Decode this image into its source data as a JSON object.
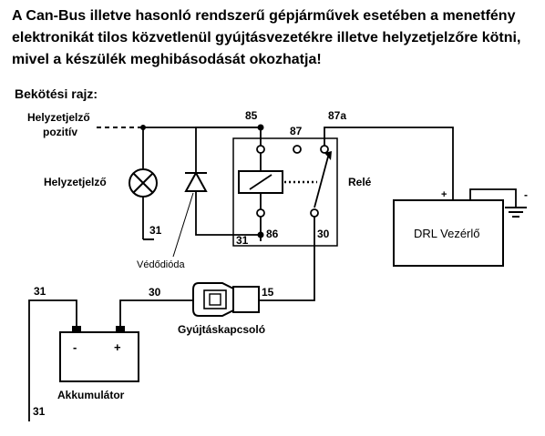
{
  "header": {
    "warning": "A Can-Bus illetve hasonló rendszerű gépjárművek esetében a menetfény elektronikát tilos közvetlenül gyújtásvezetékre illetve helyzetjelzőre kötni, mivel a készülék meghibásodását okozhatja!",
    "subtitle": "Bekötési rajz:"
  },
  "diagram": {
    "labels": {
      "position_light_positive_1": "Helyzetjelző",
      "position_light_positive_2": "pozitív",
      "position_light": "Helyzetjelző",
      "protection_diode": "Védődióda",
      "relay": "Relé",
      "drl_controller": "DRL Vezérlő",
      "ignition_switch": "Gyújtáskapcsoló",
      "battery": "Akkumulátor",
      "battery_minus": "-",
      "battery_plus": "+",
      "drl_plus": "+",
      "drl_minus": "-"
    },
    "terminals": {
      "t85": "85",
      "t87": "87",
      "t87a": "87a",
      "t86": "86",
      "t30_relay": "30",
      "t31_lamp": "31",
      "t31_relay": "31",
      "t30_wire": "30",
      "t15": "15",
      "t31_left": "31",
      "t31_bottom": "31"
    }
  }
}
